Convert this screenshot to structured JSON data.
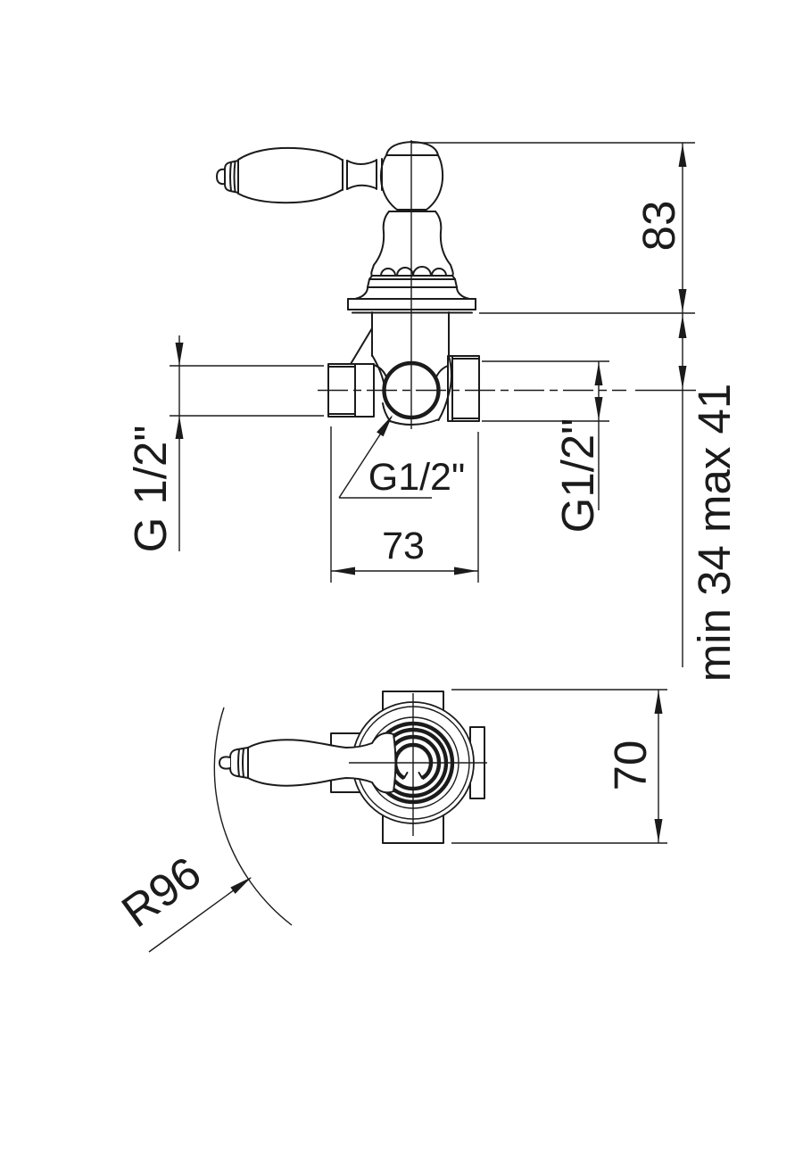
{
  "drawing": {
    "type": "technical-dimension-drawing",
    "subject": "Concealed stop valve with porcelain lever handle",
    "views": [
      {
        "id": "front",
        "name": "front elevation with section dimensions"
      },
      {
        "id": "plan",
        "name": "top view with handle swing radius"
      }
    ],
    "dimensions": {
      "front": [
        {
          "name": "handle height above wall plane",
          "value": "83"
        },
        {
          "name": "left connection thread",
          "value": "G 1/2\""
        },
        {
          "name": "bore connection thread (leader)",
          "value": "G1/2\""
        },
        {
          "name": "right connection thread",
          "value": "G1/2\""
        },
        {
          "name": "body width",
          "value": "73"
        },
        {
          "name": "wall to pipe centerline depth",
          "value": "min 34 max 41"
        }
      ],
      "plan": [
        {
          "name": "body height",
          "value": "70"
        },
        {
          "name": "handle swing radius",
          "value": "R96"
        }
      ]
    }
  },
  "labels": {
    "dim_83": "83",
    "g12_left": "G 1/2\"",
    "g12_leader": "G1/2\"",
    "g12_right": "G1/2\"",
    "dim_73": "73",
    "min_max": "min 34 max 41",
    "dim_70": "70",
    "r96": "R96"
  },
  "colors": {
    "ink": "#1b1b1b",
    "background": "#ffffff"
  }
}
